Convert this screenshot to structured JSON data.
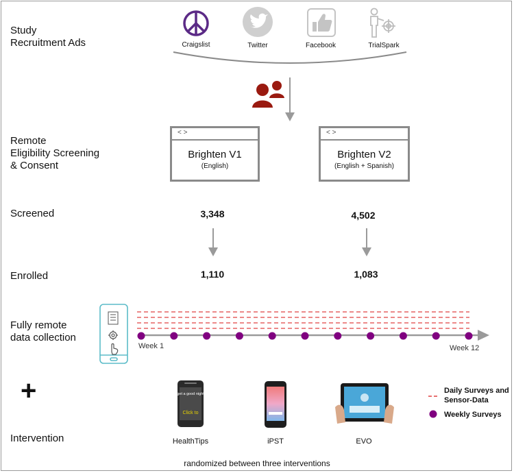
{
  "stages": {
    "recruitment": "Study\nRecruitment Ads",
    "screening": "Remote\nEligibility Screening\n & Consent",
    "screened": "Screened",
    "enrolled": "Enrolled",
    "collection": "Fully remote\ndata collection",
    "intervention": "Intervention"
  },
  "sources": [
    {
      "label": "Craigslist",
      "icon": "peace-icon",
      "color": "#5b2a86"
    },
    {
      "label": "Twitter",
      "icon": "twitter-bird-icon",
      "color": "#c8c8c8"
    },
    {
      "label": "Facebook",
      "icon": "thumbs-up-icon",
      "color": "#bdbdbd"
    },
    {
      "label": "TrialSpark",
      "icon": "person-target-icon",
      "color": "#bdbdbd"
    }
  ],
  "studies": [
    {
      "code": "< >",
      "title": "Brighten V1",
      "subtitle": "(English)",
      "screened": "3,348",
      "enrolled": "1,110"
    },
    {
      "code": "< >",
      "title": "Brighten V2",
      "subtitle": "(English + Spanish)",
      "screened": "4,502",
      "enrolled": "1,083"
    }
  ],
  "timeline": {
    "start_label": "Week 1",
    "end_label": "Week 12",
    "weeks": 11
  },
  "legend": {
    "daily": "Daily Surveys and\nSensor-Data",
    "weekly": "Weekly Surveys"
  },
  "apps": [
    {
      "label": "HealthTips",
      "screen_text": "How to get a good night's sleep",
      "button_text": "Click to"
    },
    {
      "label": "iPST"
    },
    {
      "label": "EVO"
    }
  ],
  "plus": "+",
  "footer": "randomized between three interventions",
  "colors": {
    "accent": "#800080",
    "daily_dash": "#e04040",
    "people": "#9a1a10",
    "phone": "#5bbcc8",
    "arrow": "#9a9a9a"
  }
}
